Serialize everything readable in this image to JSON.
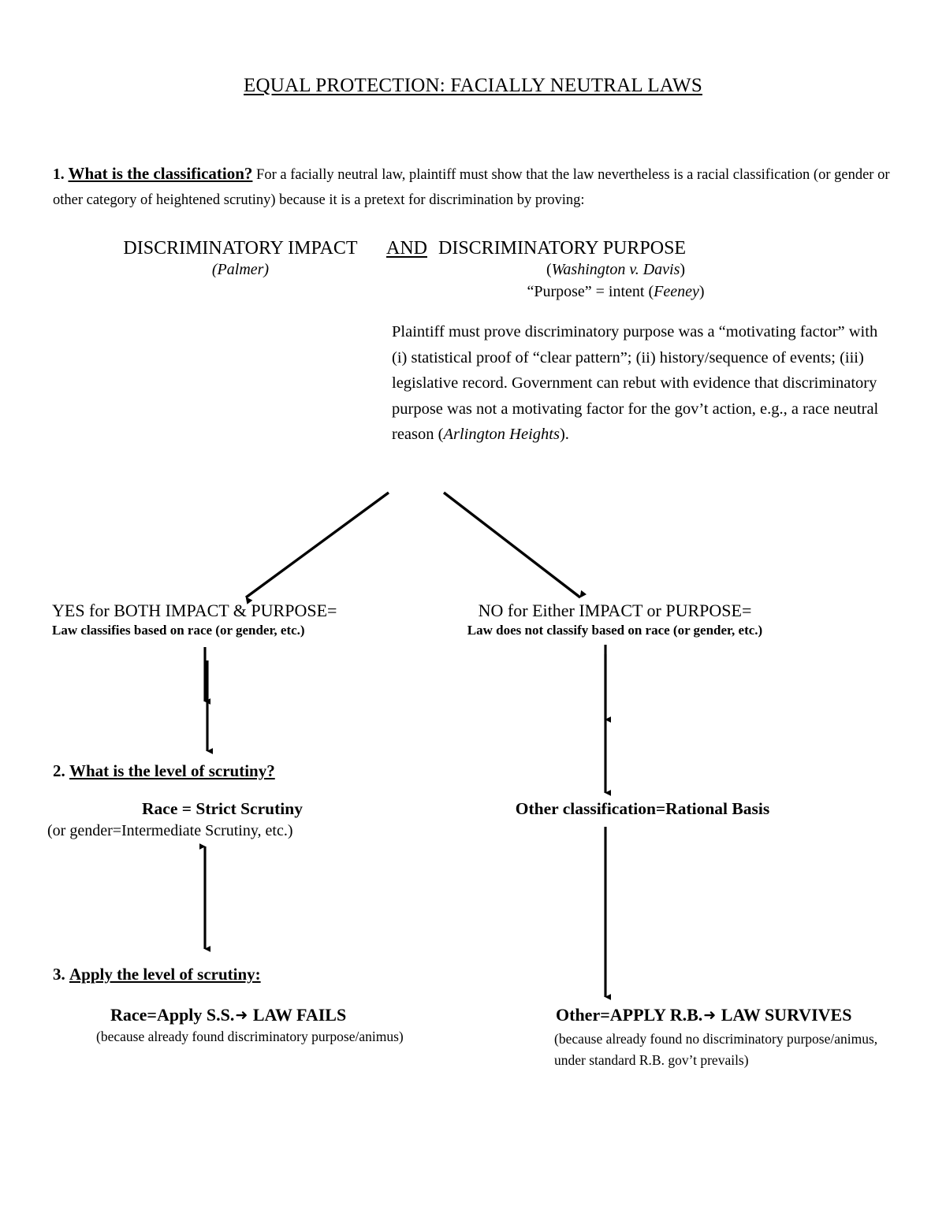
{
  "document": {
    "title": "EQUAL PROTECTION: FACIALLY NEUTRAL LAWS"
  },
  "section1": {
    "number": "1.",
    "question": "What is the classification?",
    "body": " For a facially neutral law, plaintiff must show that the law nevertheless is a racial classification (or gender or other category of heightened scrutiny) because it is a pretext for discrimination by proving:"
  },
  "prongs": {
    "impact": {
      "heading": "DISCRIMINATORY IMPACT",
      "citation": "(Palmer)"
    },
    "conjunction": "AND",
    "purpose": {
      "heading": "DISCRIMINATORY PURPOSE",
      "citation_open": "(",
      "citation_case": "Washington v. Davis",
      "citation_close": ")",
      "definition_pre": "“Purpose” = intent (",
      "definition_case": "Feeney",
      "definition_post": ")",
      "body_pre": "Plaintiff must prove discriminatory purpose was a “motivating factor” with (i) statistical proof of “clear pattern”; (ii) history/sequence of events; (iii) legislative record. Government can rebut with evidence that discriminatory purpose was not a motivating factor for the gov’t action, e.g., a race neutral reason (",
      "body_case": "Arlington Heights",
      "body_post": ")."
    }
  },
  "branches": {
    "yes": {
      "label": "YES for BOTH IMPACT & PURPOSE=",
      "sublabel": "Law classifies based on race (or gender, etc.)"
    },
    "no": {
      "label": "NO for Either IMPACT or PURPOSE=",
      "sublabel": "Law does not classify based on race (or gender, etc.)"
    }
  },
  "section2": {
    "number": "2.",
    "question": "What is the level of scrutiny?",
    "left_result": "Race = Strict Scrutiny",
    "left_result_sub": "(or gender=Intermediate Scrutiny, etc.)",
    "right_result": "Other classification=Rational Basis"
  },
  "section3": {
    "number": "3.",
    "question": "Apply the level of scrutiny:",
    "left_result_pre": "Race=Apply S.S.",
    "left_arrow": "➜",
    "left_result_post": " LAW FAILS",
    "left_result_sub": "(because already found discriminatory purpose/animus)",
    "right_result_pre": "Other=APPLY R.B.",
    "right_arrow": "➜",
    "right_result_post": " LAW SURVIVES",
    "right_result_sub": "(because already found no discriminatory purpose/animus, under standard R.B. gov’t prevails)"
  },
  "colors": {
    "text": "#000000",
    "background": "#ffffff",
    "arrow": "#000000"
  }
}
